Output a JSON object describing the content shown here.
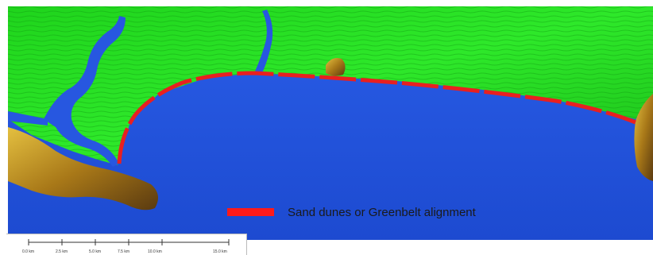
{
  "legend": {
    "label": "Sand dunes or Greenbelt alignment",
    "swatch_color": "#ff1a1a"
  },
  "scalebar": {
    "ticks": [
      "0.0 km",
      "2.5 km",
      "5.0 km",
      "7.5 km",
      "10.0 km",
      "15.0 km"
    ]
  },
  "colors": {
    "sea": "#1e4fd8",
    "land": "#22e01e",
    "highland": "#c8a020",
    "alignment": "#e82020"
  }
}
